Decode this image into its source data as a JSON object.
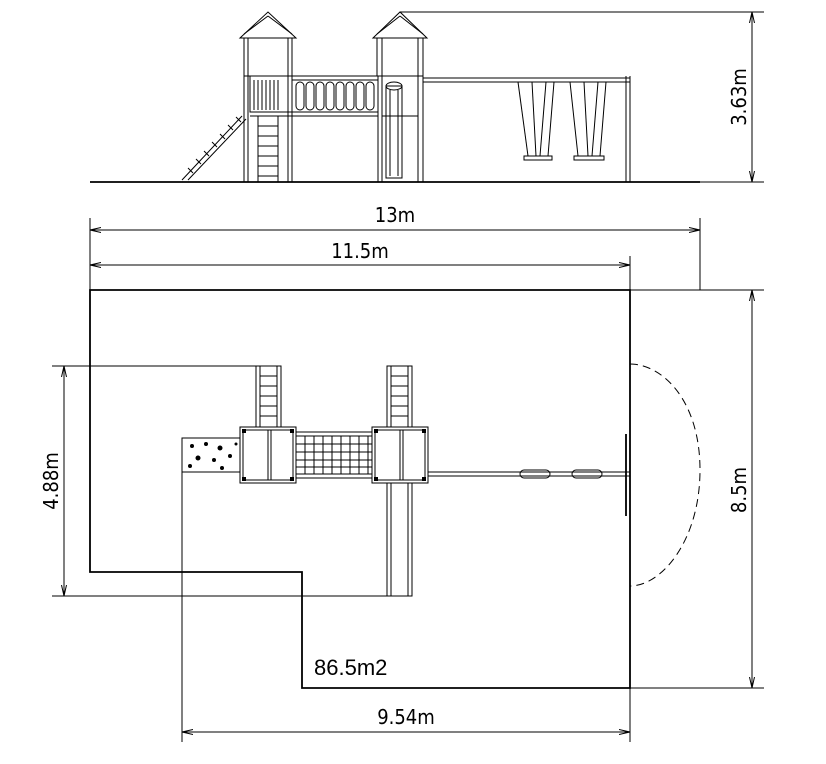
{
  "dimensions": {
    "height_elevation": "3.63m",
    "overall_width": "13m",
    "area_width": "11.5m",
    "area_depth": "8.5m",
    "structure_depth": "4.88m",
    "lower_width": "9.54m"
  },
  "area_label": "86.5m2"
}
